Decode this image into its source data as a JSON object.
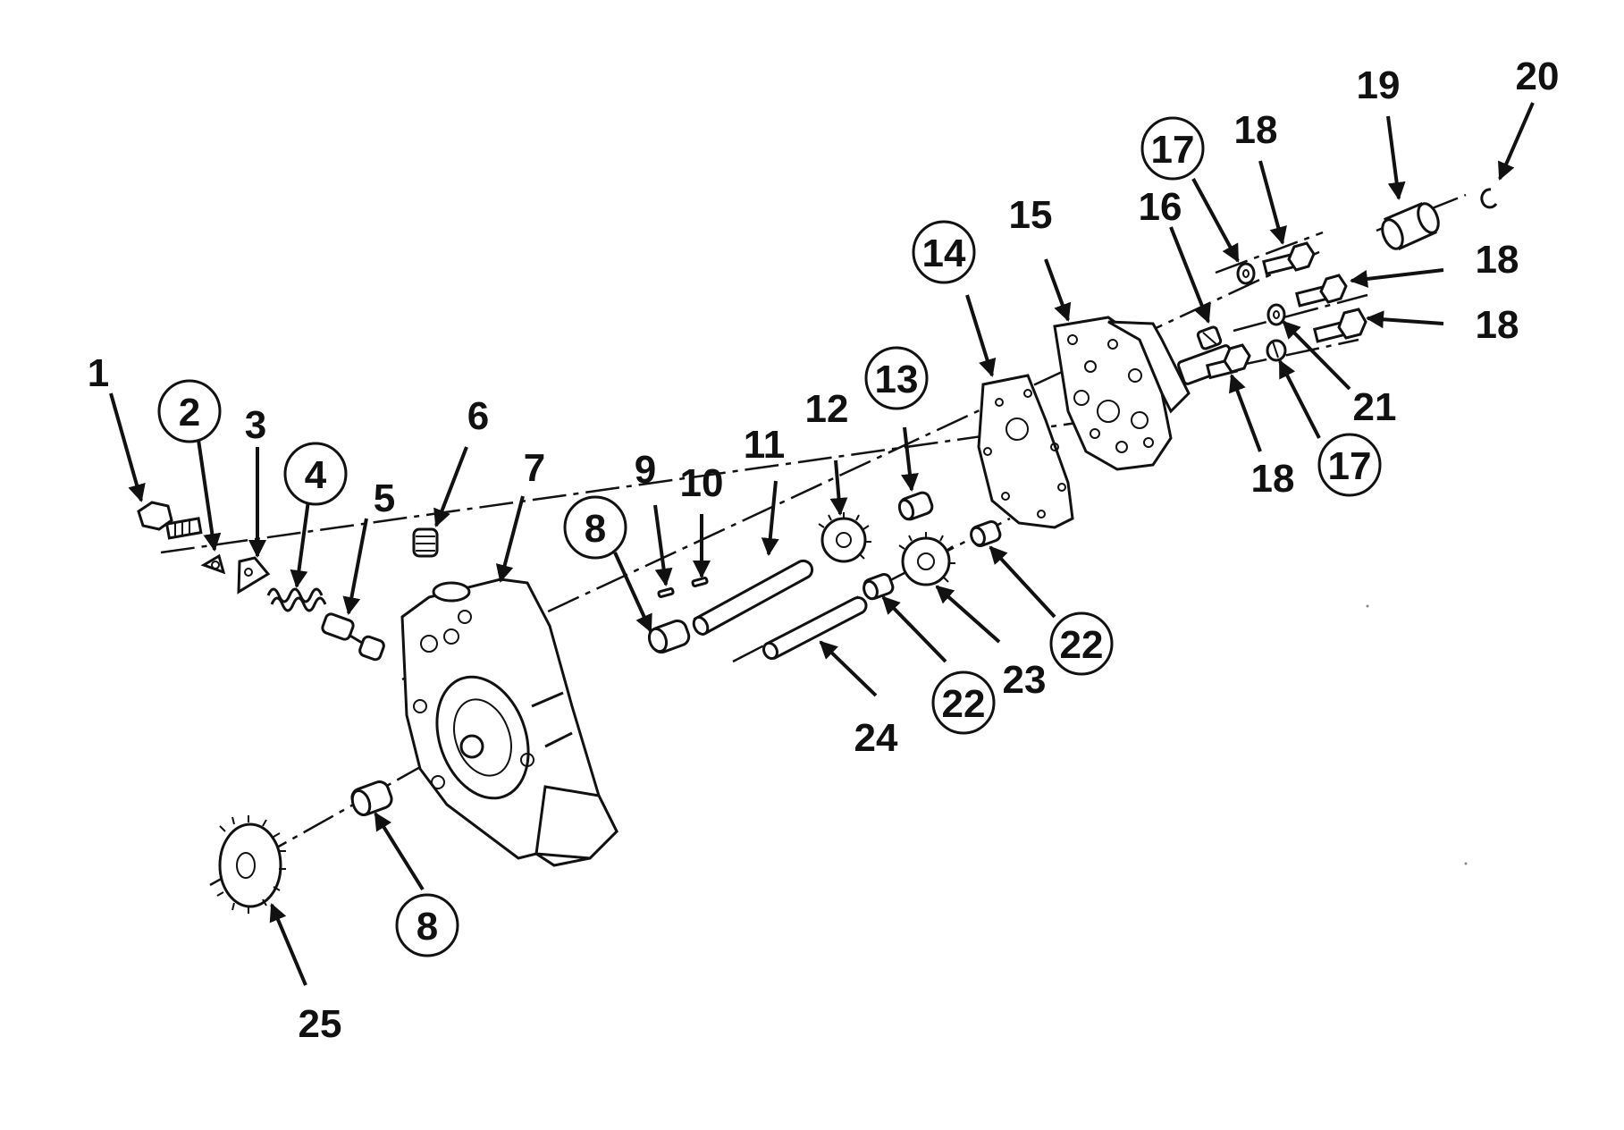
{
  "diagram": {
    "callouts": [
      {
        "label": "1"
      },
      {
        "label": "2"
      },
      {
        "label": "3"
      },
      {
        "label": "4"
      },
      {
        "label": "5"
      },
      {
        "label": "6"
      },
      {
        "label": "7"
      },
      {
        "label": "8"
      },
      {
        "label": "9"
      },
      {
        "label": "10"
      },
      {
        "label": "11"
      },
      {
        "label": "12"
      },
      {
        "label": "13"
      },
      {
        "label": "14"
      },
      {
        "label": "15"
      },
      {
        "label": "16"
      },
      {
        "label": "17"
      },
      {
        "label": "18"
      },
      {
        "label": "19"
      },
      {
        "label": "20"
      },
      {
        "label": "18"
      },
      {
        "label": "18"
      },
      {
        "label": "21"
      },
      {
        "label": "18"
      },
      {
        "label": "17"
      },
      {
        "label": "22"
      },
      {
        "label": "22"
      },
      {
        "label": "23"
      },
      {
        "label": "24"
      },
      {
        "label": "8"
      },
      {
        "label": "25"
      }
    ]
  }
}
